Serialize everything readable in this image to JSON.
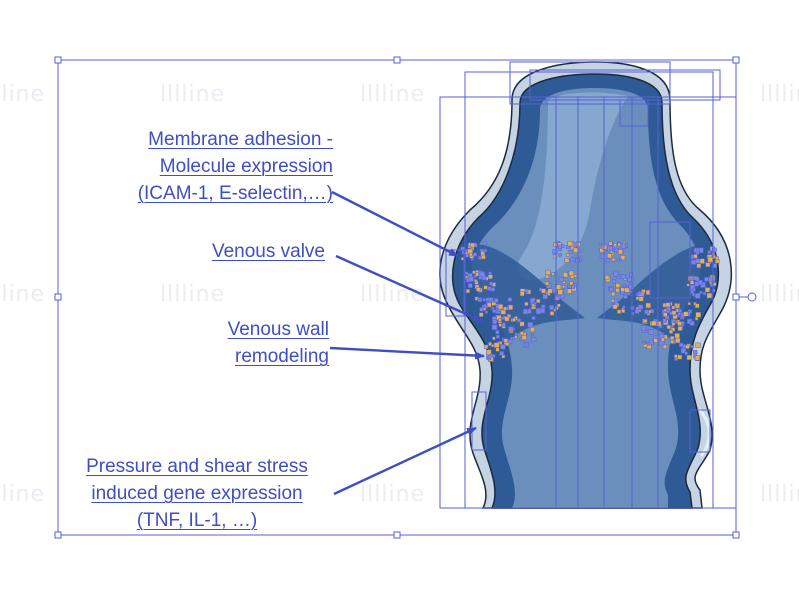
{
  "labels": {
    "adhesion": [
      "Membrane adhesion -",
      "Molecule expression",
      "(ICAM-1, E-selectin,…)"
    ],
    "valve": [
      "Venous valve"
    ],
    "remodeling": [
      "Venous wall",
      "remodeling"
    ],
    "stress": [
      "Pressure and shear stress",
      "induced gene expression",
      "(TNF, IL-1, …)"
    ]
  },
  "watermark": "lllline",
  "colors": {
    "selection": "#5561d6",
    "label_text": "#3f4fc0",
    "vein_outer": "#c6d3e3",
    "vein_wall": "#2e5b96",
    "vein_lumen": "#6b8fbd",
    "vein_highlight": "#8fb0d4",
    "cells": "#e8b04a",
    "outline": "#1b2a3d"
  }
}
